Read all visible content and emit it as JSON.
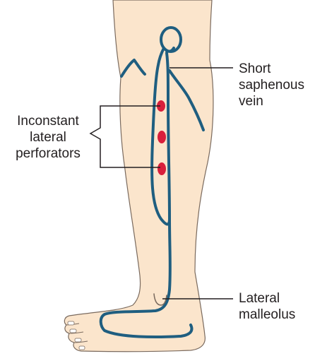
{
  "labels": {
    "short_saphenous_vein": [
      "Short",
      "saphenous",
      "vein"
    ],
    "inconstant_lateral_perforators": [
      "Inconstant",
      "lateral",
      "perforators"
    ],
    "lateral_malleolus": [
      "Lateral",
      "malleolus"
    ]
  },
  "colors": {
    "skin": "#fbe5cc",
    "skin_outline": "#7a6a5e",
    "vein": "#1f5e80",
    "perforator": "#d81f3c",
    "leader_line": "#231f20"
  }
}
